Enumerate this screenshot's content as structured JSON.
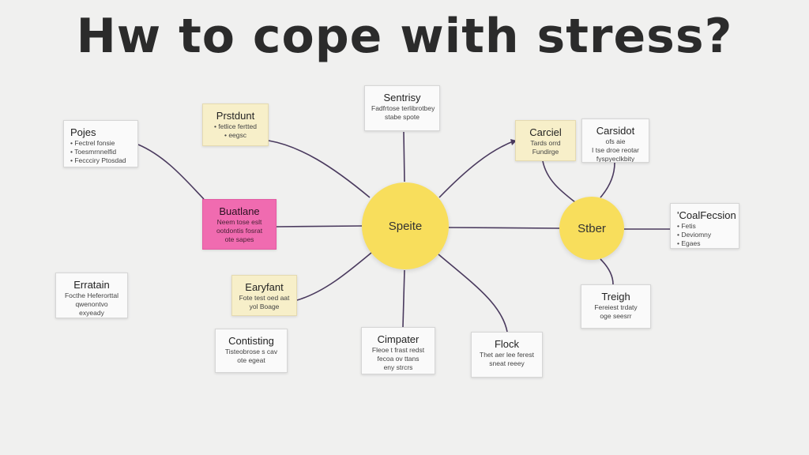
{
  "title": "Hw to cope with stress?",
  "hubs": {
    "main": "Speite",
    "secondary": "Stber"
  },
  "cards": {
    "pojes": {
      "title": "Pojes",
      "lines": [
        "• Fectrel fonsie",
        "• Toesmrnnelfid",
        "• Feccciry Ptosdad"
      ]
    },
    "prstdunt": {
      "title": "Prstdunt",
      "lines": [
        "• fetlice fertted",
        "• eegsc"
      ]
    },
    "sentrisy": {
      "title": "Sentrisy",
      "lines": [
        "Fadfrtose terlibrotbey",
        "stabe spote"
      ]
    },
    "carciel": {
      "title": "Carciel",
      "lines": [
        "Tards orrd",
        "Fundirge"
      ]
    },
    "carsidot": {
      "title": "Carsidot",
      "lines": [
        "ofs aie",
        "I tse droe reotar",
        "fyspyeclkbity"
      ]
    },
    "buatlane": {
      "title": "Buatlane",
      "lines": [
        "Neem tose eslt",
        "ootdontis fosrat",
        "ote sapes"
      ]
    },
    "coalfecsion": {
      "title": "'CoalFecsion",
      "lines": [
        "• Fetis",
        "• Deviomny",
        "• Egaes"
      ]
    },
    "erratain": {
      "title": "Erratain",
      "lines": [
        "Focthe Heferorttal",
        "qwenontvo",
        "exyeady"
      ]
    },
    "earyfant": {
      "title": "Earyfant",
      "lines": [
        "Fote test oed aat",
        "yol Boage"
      ]
    },
    "treigh": {
      "title": "Treigh",
      "lines": [
        "Fereiest trdaty",
        "oge seesrr"
      ]
    },
    "contisting": {
      "title": "Contisting",
      "lines": [
        "Tisteobrose s cav",
        "ote egeat"
      ]
    },
    "cimpater": {
      "title": "Cimpater",
      "lines": [
        "Fleoe t frast redst",
        "fecoa ov ttans",
        "eny strcrs"
      ]
    },
    "flock": {
      "title": "Flock",
      "lines": [
        "Thet aer lee ferest",
        "sneat reeey"
      ]
    }
  }
}
